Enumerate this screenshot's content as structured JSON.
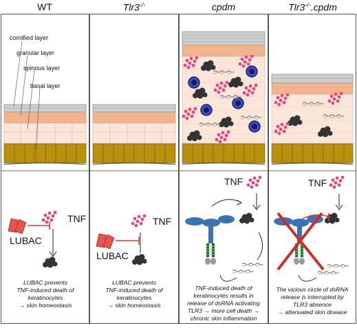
{
  "headers": {
    "wt": "WT",
    "tlr3_base": "Tlr3",
    "tlr3_sup": "-/-",
    "cpdm": "cpdm",
    "dko_base": "Tlr3",
    "dko_sup": "-/-",
    "dko_suffix": ".cpdm"
  },
  "layers": {
    "cornified": "cornified layer",
    "granular": "granular layer",
    "spinous": "spinous layer",
    "basal": "basal layer"
  },
  "labels": {
    "tnf": "TNF",
    "lubac": "LUBAC"
  },
  "captions": {
    "wt": [
      "LUBAC prevents",
      "TNF-induced death of",
      "keratinocytes",
      "→ skin homeostasis"
    ],
    "tlr3": [
      "LUBAC prevents",
      "TNF-induced death of",
      "keratinocytes",
      "→ skin homeostasis"
    ],
    "cpdm": [
      "TNF-induced death of",
      "keratinocytes results in",
      "release of dsRNA activating",
      "TLR3 → more cell death →",
      "chronic skin inflammation"
    ],
    "dko": [
      "The vicious circle of dsRNA",
      "release is interrupted by",
      "TLR3 absence",
      "→ attenuated skin disease"
    ]
  },
  "colors": {
    "basal": "#b8900e",
    "spinous": "#fbe6da",
    "granular": "#f2b48e",
    "cornified": "#c8c8c8",
    "tnf": "#e8457e",
    "lubac": "#e8534a",
    "inhibit": "#d93a30",
    "tlr3": "#3a73b5",
    "dying_cell": "#333333",
    "immune_cell": "#2a2f9a",
    "cross": "#d42a24"
  }
}
